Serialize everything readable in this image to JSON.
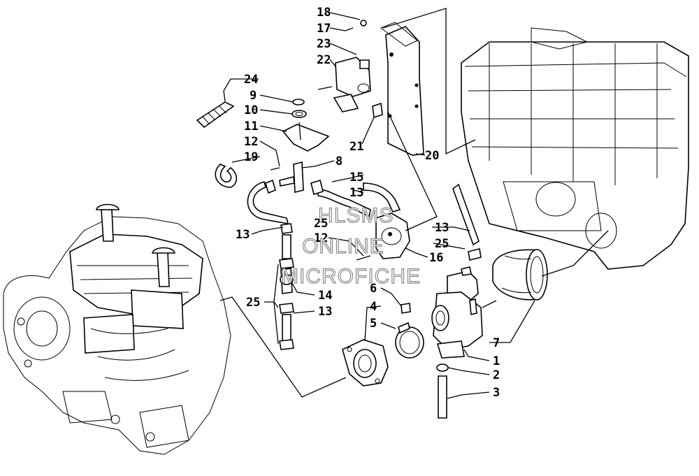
{
  "callouts": {
    "c18": "18",
    "c17": "17",
    "c23": "23",
    "c22": "22",
    "c24": "24",
    "c9": "9",
    "c10": "10",
    "c11": "11",
    "c12a": "12",
    "c19": "19",
    "c8": "8",
    "c21": "21",
    "c20": "20",
    "c15": "15",
    "c13a": "13",
    "c13b": "13",
    "c25a": "25",
    "c12b": "12",
    "c16": "16",
    "c13c": "13",
    "c25b": "25",
    "c14": "14",
    "c6": "6",
    "c25c": "25",
    "c13d": "13",
    "c4": "4",
    "c5": "5",
    "c7": "7",
    "c1": "1",
    "c2": "2",
    "c3": "3"
  },
  "watermark": {
    "line1": "HLSMS",
    "line2": "ONLINE",
    "line3": "MICROFICHE"
  }
}
